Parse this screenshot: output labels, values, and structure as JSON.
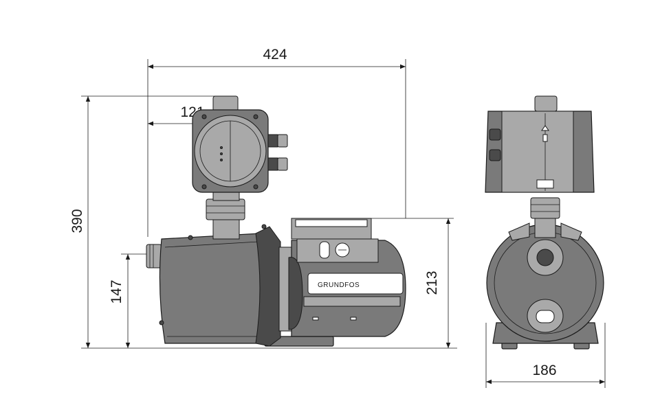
{
  "dimensions": {
    "overall_length": "424",
    "controller_offset": "121",
    "overall_height": "390",
    "inlet_height": "147",
    "outlet_height": "213",
    "overall_width": "186"
  },
  "brand": {
    "label": "GRUNDFOS"
  },
  "colors": {
    "line": "#1a1a1a",
    "body": "#7a7a7a",
    "light": "#a9a9a9",
    "dark": "#4a4a4a"
  }
}
